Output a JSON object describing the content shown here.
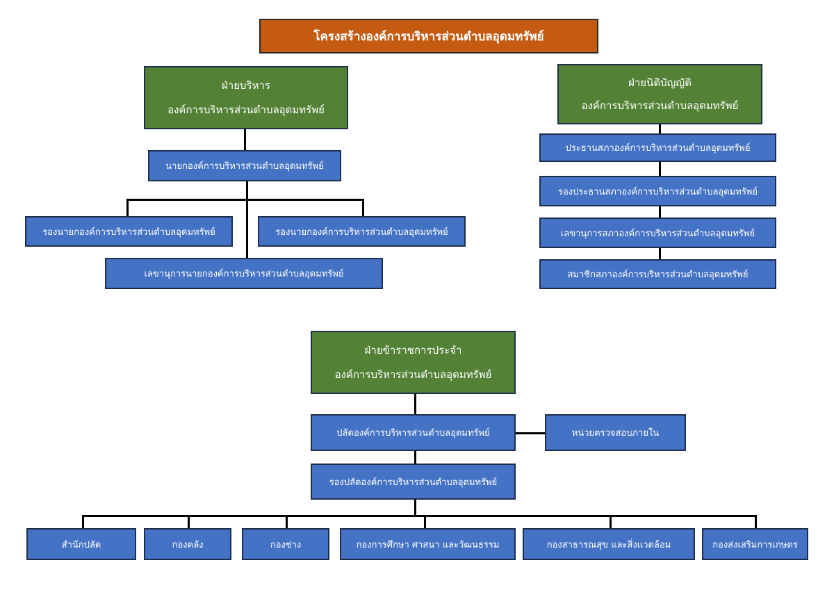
{
  "title": "โครงสร้างองค์การบริหารส่วนตำบลอุดมทรัพย์",
  "executive": {
    "header_line1": "ฝ่ายบริหาร",
    "header_line2": "องค์การบริหารส่วนตำบลอุดมทรัพย์",
    "mayor": "นายกองค์การบริหารส่วนตำบลอุดมทรัพย์",
    "deputy_left": "รองนายกองค์การบริหารส่วนตำบลอุดมทรัพย์",
    "deputy_right": "รองนายกองค์การบริหารส่วนตำบลอุดมทรัพย์",
    "secretary": "เลขานุการนายกองค์การบริหารส่วนตำบลอุดมทรัพย์"
  },
  "legislative": {
    "header_line1": "ฝ่ายนิติบัญญัติ",
    "header_line2": "องค์การบริหารส่วนตำบลอุดมทรัพย์",
    "items": [
      "ประธานสภาองค์การบริหารส่วนตำบลอุดมทรัพย์",
      "รองประธานสภาองค์การบริหารส่วนตำบลอุดมทรัพย์",
      "เลขานุการสภาองค์การบริหารส่วนตำบลอุดมทรัพย์",
      "สมาชิกสภาองค์การบริหารส่วนตำบลอุดมทรัพย์"
    ]
  },
  "civil_service": {
    "header_line1": "ฝ่ายข้าราชการประจำ",
    "header_line2": "องค์การบริหารส่วนตำบลอุดมทรัพย์",
    "permanent_secretary": "ปลัดองค์การบริหารส่วนตำบลอุดมทรัพย์",
    "internal_audit": "หน่วยตรวจสอบภายใน",
    "deputy_permanent_secretary": "รองปลัดองค์การบริหารส่วนตำบลอุดมทรัพย์",
    "divisions": [
      "สำนักปลัด",
      "กองคลัง",
      "กองช่าง",
      "กองการศึกษา ศาสนา และวัฒนธรรม",
      "กองสาธารณสุข และสิ่งแวดล้อม",
      "กองส่งเสริมการเกษตร"
    ]
  },
  "colors": {
    "title_box": "#c55a11",
    "header_box": "#538135",
    "role_box": "#4472c4",
    "connector": "#000000"
  }
}
